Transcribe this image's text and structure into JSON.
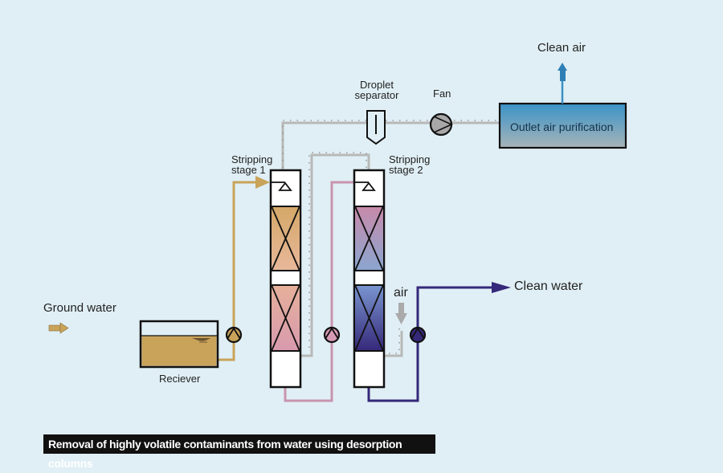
{
  "diagram": {
    "title": "Removal of highly volatile contaminants from water using desorption columns",
    "labels": {
      "ground_water": "Ground water",
      "receiver": "Reciever",
      "stage1": [
        "Stripping",
        "stage 1"
      ],
      "stage2": [
        "Stripping",
        "stage 2"
      ],
      "droplet_separator": [
        "Droplet",
        "separator"
      ],
      "fan": "Fan",
      "outlet_air_purification": "Outlet air purification",
      "clean_air": "Clean air",
      "clean_water": "Clean water",
      "air": "air"
    },
    "colors": {
      "background": "#e0eff5",
      "ground_water": "#c9a35a",
      "intermediate_water": "#c894b0",
      "clean_water": "#35287a",
      "air_duct": "#b8b8b8",
      "clean_air": "#3a8fc4",
      "caption_bg": "#111111"
    }
  }
}
